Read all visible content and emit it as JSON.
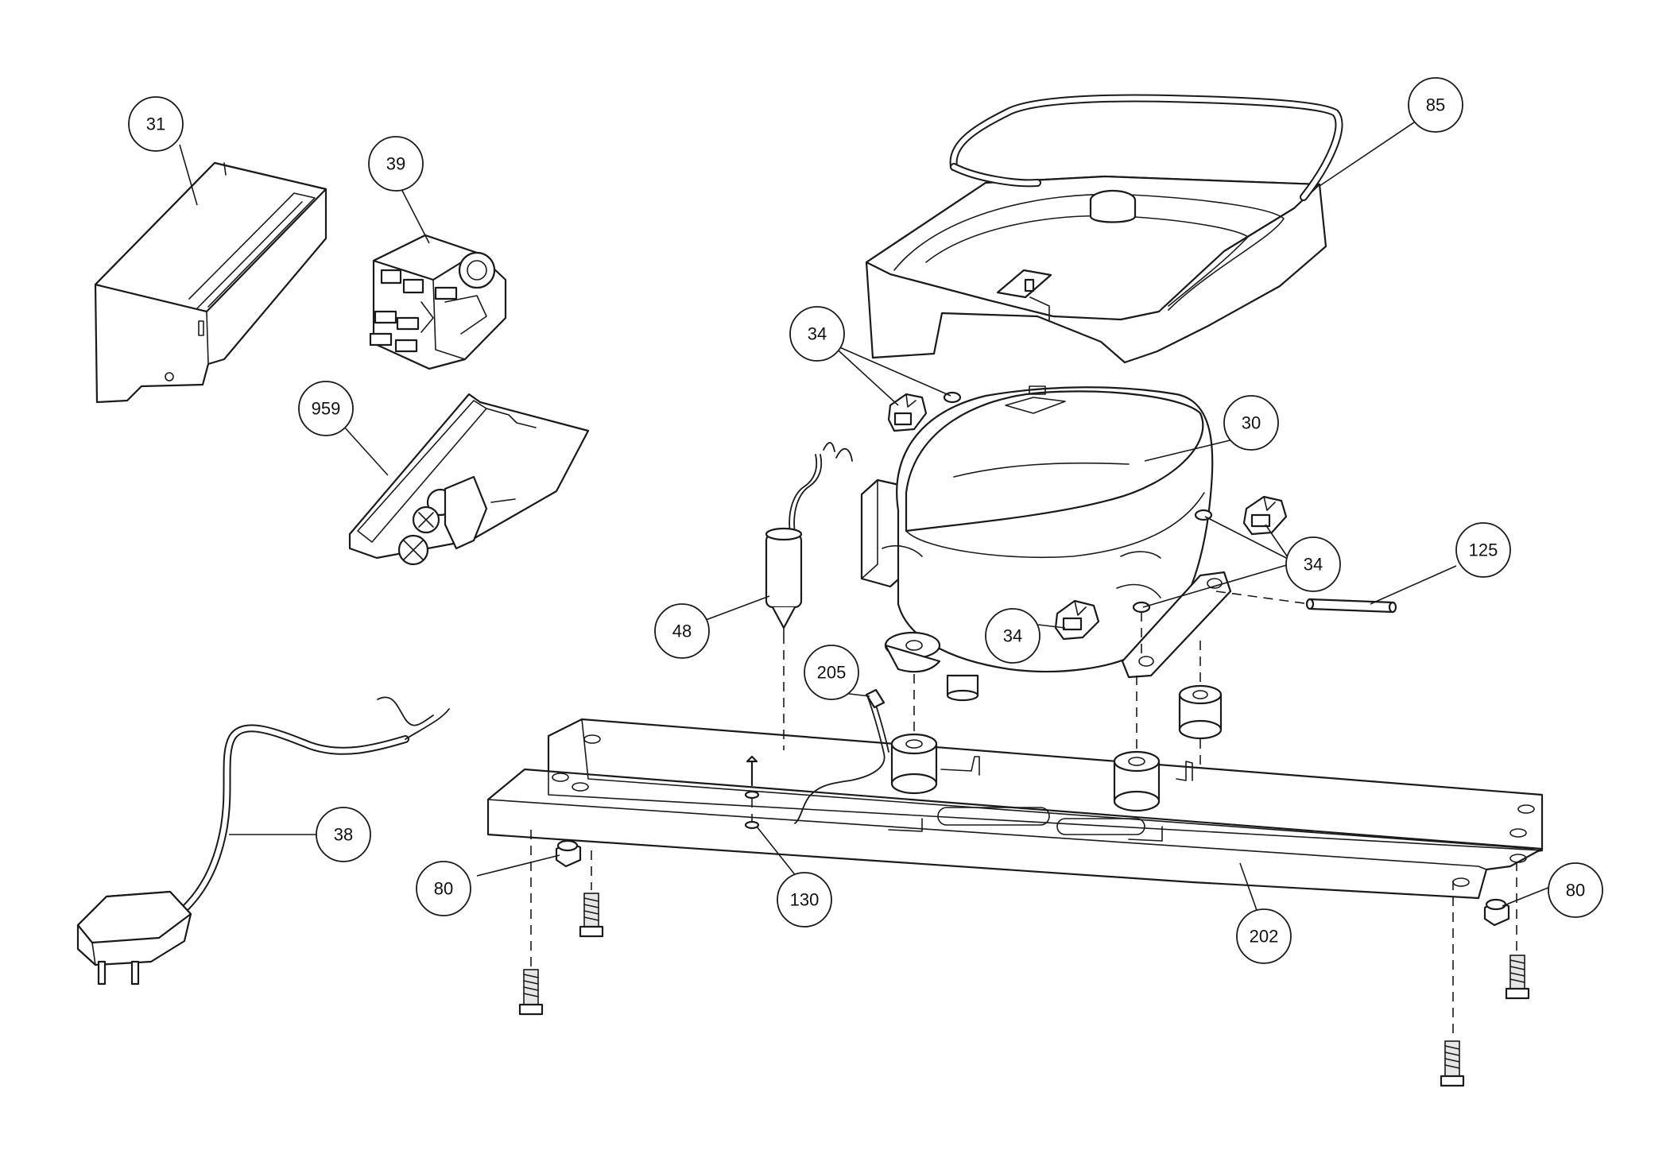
{
  "diagram": {
    "callouts": {
      "p31": "31",
      "p39": "39",
      "p959": "959",
      "p85": "85",
      "p34a": "34",
      "p30": "30",
      "p34b": "34",
      "p125": "125",
      "p48": "48",
      "p34c": "34",
      "p205": "205",
      "p38": "38",
      "p80a": "80",
      "p130": "130",
      "p80b": "80",
      "p202": "202"
    }
  }
}
